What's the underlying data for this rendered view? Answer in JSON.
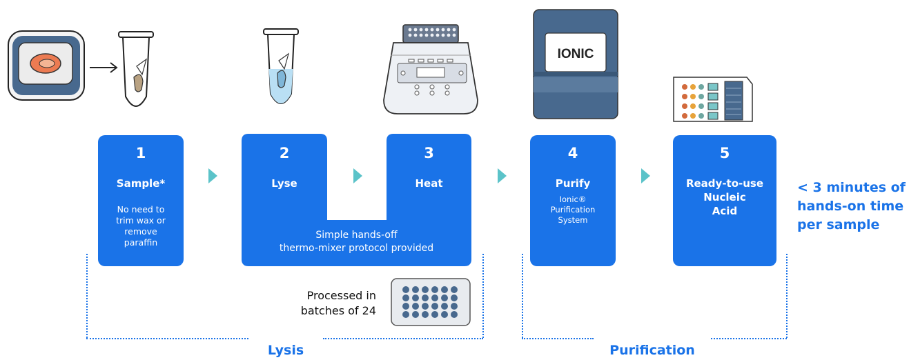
{
  "steps": [
    {
      "number": "1",
      "title": "Sample*",
      "detail": [
        "No need to",
        "trim wax or",
        "remove",
        "paraffin"
      ]
    },
    {
      "number": "2",
      "title": "Lyse"
    },
    {
      "number": "3",
      "title": "Heat"
    },
    {
      "number": "4",
      "title": "Purify",
      "detail": [
        "Ionic®",
        "Purification",
        "System"
      ]
    },
    {
      "number": "5",
      "title": [
        "Ready-to-use",
        "Nucleic",
        "Acid"
      ]
    }
  ],
  "shared_note": [
    "Simple hands-off",
    "thermo-mixer protocol provided"
  ],
  "batch_note": [
    "Processed in",
    "batches of 24"
  ],
  "hands_on_note": [
    "< 3 minutes of",
    "hands-on time",
    "per sample"
  ],
  "phases": {
    "lysis": "Lysis",
    "purification": "Purification"
  },
  "device_label": "IONIC",
  "colors": {
    "step_box": "#1a73e8",
    "chevron": "#5bc3c9",
    "phase_text": "#1a73e8"
  }
}
